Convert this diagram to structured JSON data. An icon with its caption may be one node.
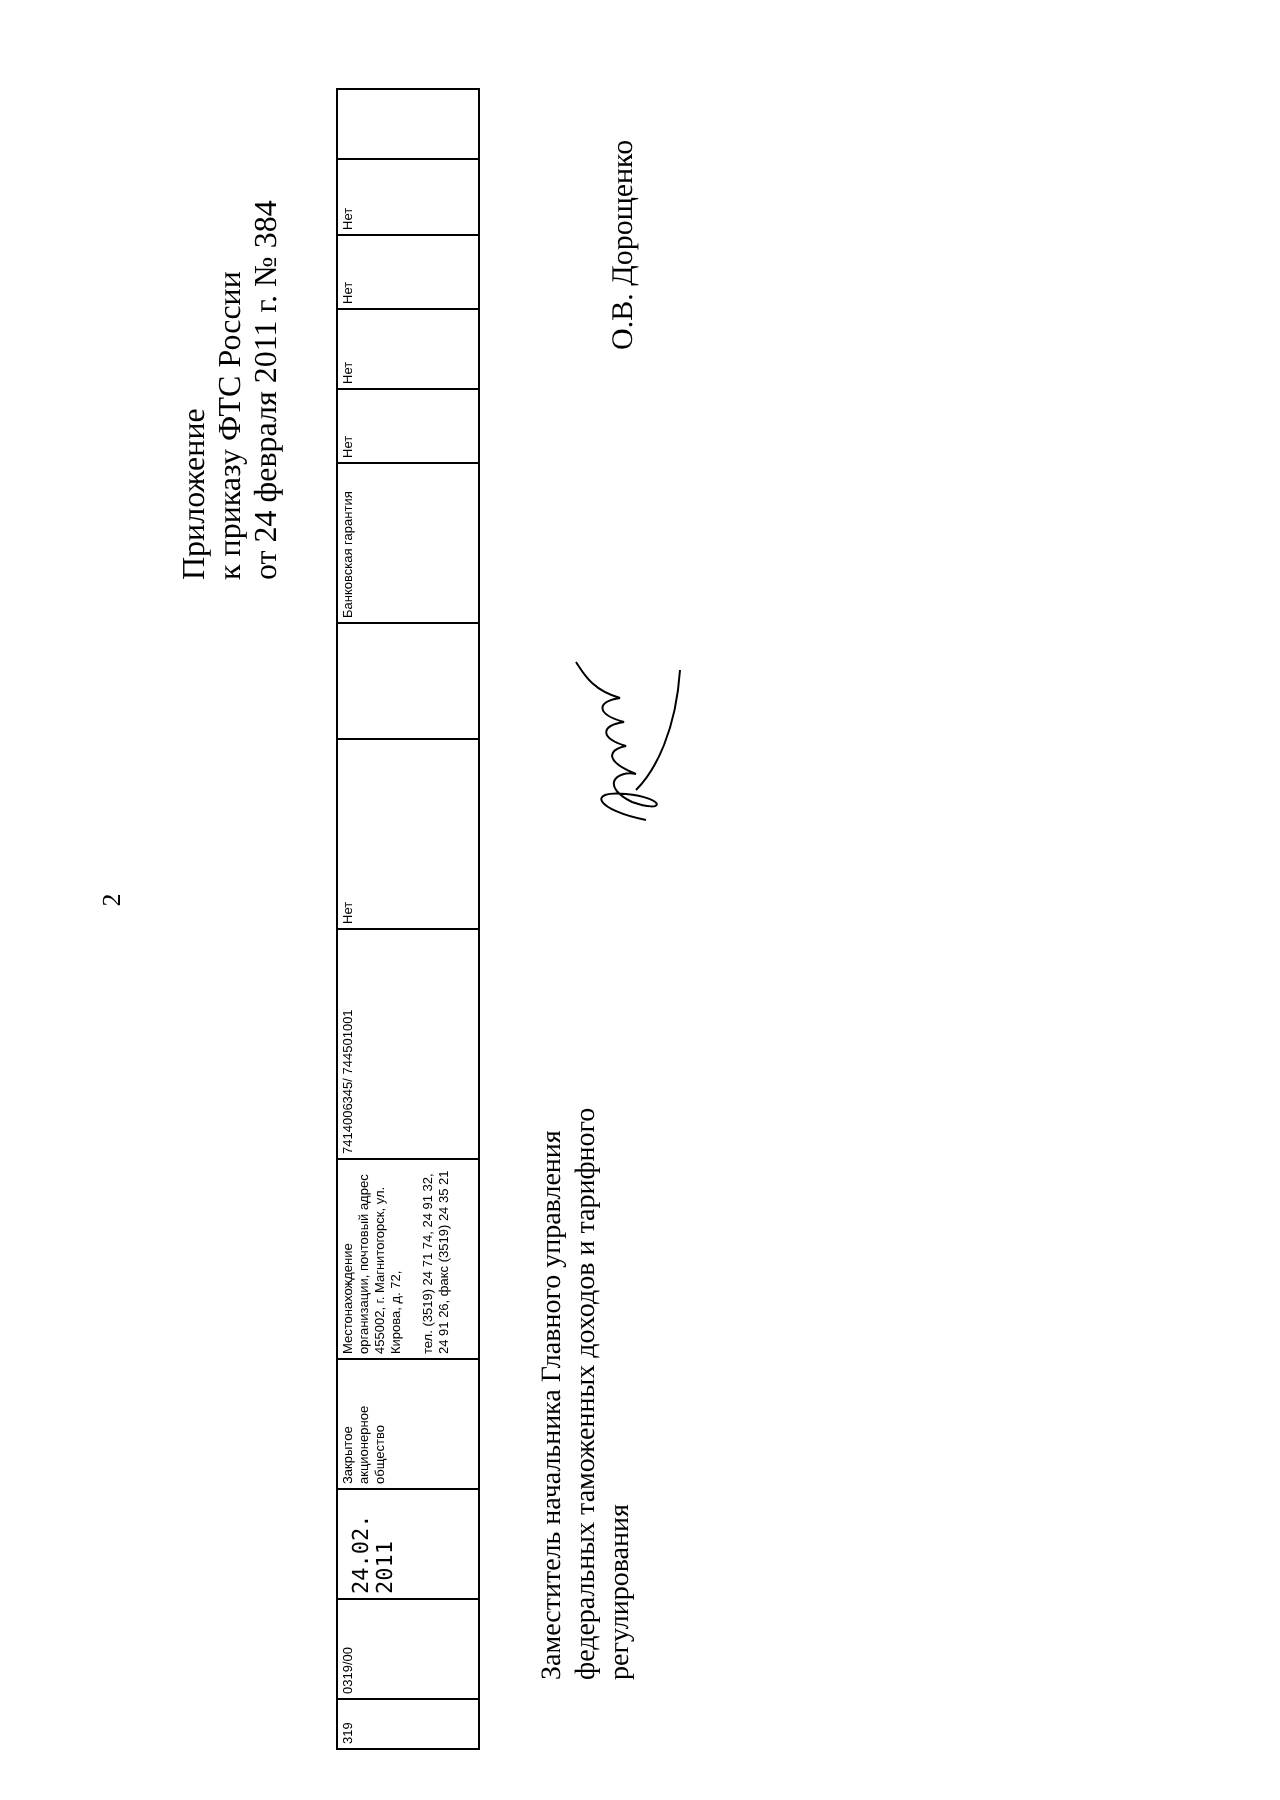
{
  "diagram": {
    "labels": [
      "2",
      "Приложение",
      "к приказу ФТС России",
      "от 24 февраля 2011 г. № 384",
      "319",
      "0319/00",
      "24.02. 2011",
      "Закрытое акционерное общество",
      "Местонахождение организации, почтовый адрес 455002, г. Магнитогорск, ул. Кирова, д. 72,",
      "тел. (3519) 24 71 74, 24 91 32, 24 91 26, факс (3519) 24 35 21",
      "7414006345/ 744501001",
      "Нет",
      "Банковская гарантия",
      "Нет",
      "Нет",
      "Нет",
      "Нет",
      "Заместитель начальника Главного управления федеральных таможенных доходов и тарифного регулирования",
      "О.В. Дорощенко"
    ]
  }
}
